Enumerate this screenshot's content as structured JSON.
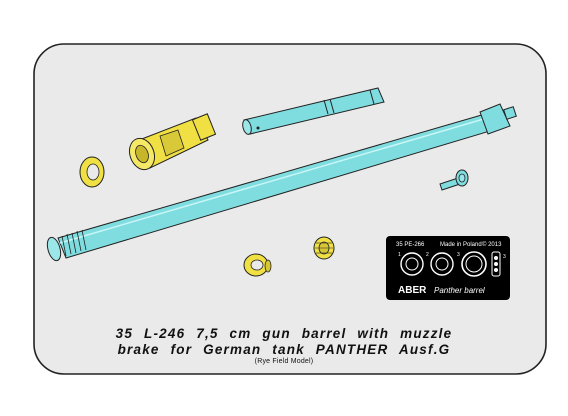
{
  "caption": {
    "line1": "35 L-246    7,5 cm gun barrel with muzzle",
    "line2": "brake for German tank PANTHER Ausf.G",
    "line3": "(Rye Field Model)"
  },
  "fret": {
    "code": "35 PE-266",
    "origin": "Made in Poland",
    "copyright": "© 2013",
    "brand": "ABER",
    "label": "Panther barrel",
    "part_numbers": [
      "1",
      "2",
      "3"
    ]
  },
  "colors": {
    "background": "#eaeaea",
    "card_border": "#222222",
    "barrel": "#7fdde0",
    "brass": "#f1e044",
    "fret": "#000000"
  },
  "icons": [
    "muzzle-brake-icon",
    "gun-barrel-icon",
    "washer-icon",
    "pin-icon",
    "photo-etch-fret-icon"
  ]
}
